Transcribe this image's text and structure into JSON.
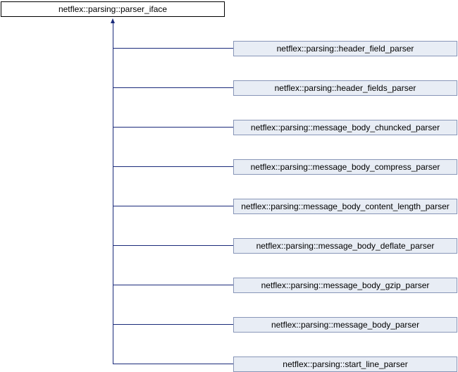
{
  "diagram": {
    "base_class": {
      "label": "netflex::parsing::parser_iface"
    },
    "derived_classes": [
      {
        "label": "netflex::parsing::header_field_parser"
      },
      {
        "label": "netflex::parsing::header_fields_parser"
      },
      {
        "label": "netflex::parsing::message_body_chuncked_parser"
      },
      {
        "label": "netflex::parsing::message_body_compress_parser"
      },
      {
        "label": "netflex::parsing::message_body_content_length_parser"
      },
      {
        "label": "netflex::parsing::message_body_deflate_parser"
      },
      {
        "label": "netflex::parsing::message_body_gzip_parser"
      },
      {
        "label": "netflex::parsing::message_body_parser"
      },
      {
        "label": "netflex::parsing::start_line_parser"
      }
    ],
    "colors": {
      "base_fill": "#ffffff",
      "base_border": "#000000",
      "derived_fill": "#e8edf5",
      "derived_border": "#8896b8",
      "edge": "#1a2a7a"
    }
  }
}
